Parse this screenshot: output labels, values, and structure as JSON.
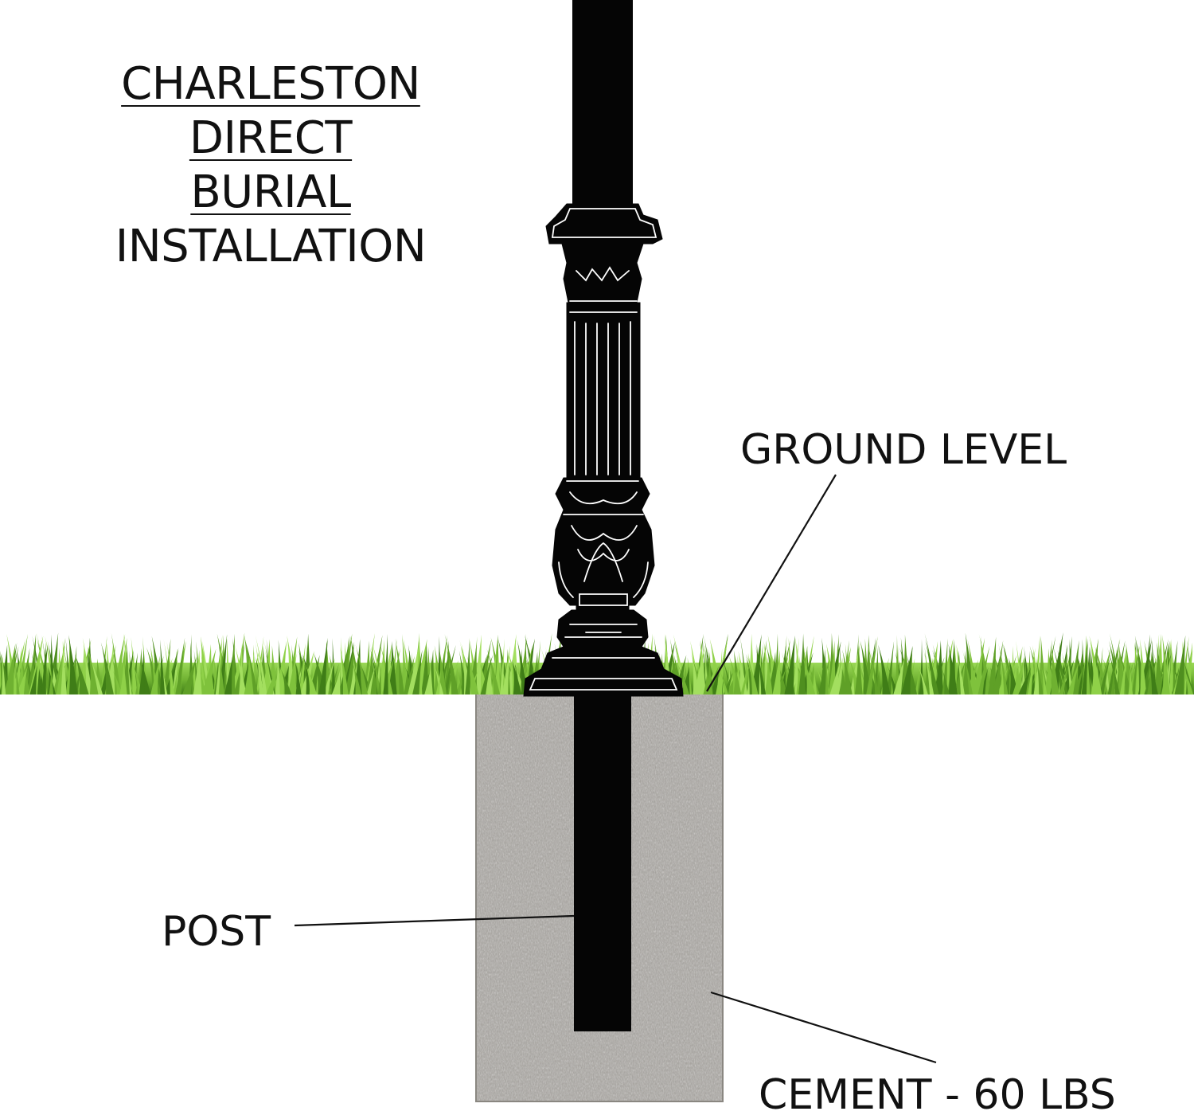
{
  "title": {
    "lines": [
      "CHARLESTON",
      "DIRECT",
      "BURIAL",
      "INSTALLATION"
    ],
    "underlined": [
      true,
      true,
      true,
      false
    ]
  },
  "labels": {
    "ground_level": "GROUND LEVEL",
    "post": "POST",
    "cement": "CEMENT - 60 LBS"
  },
  "colors": {
    "background": "#ffffff",
    "post": "#050505",
    "grass_dark": "#4f8f1f",
    "grass_light": "#8fd148",
    "cement": "#a09d98",
    "text": "#111111"
  }
}
